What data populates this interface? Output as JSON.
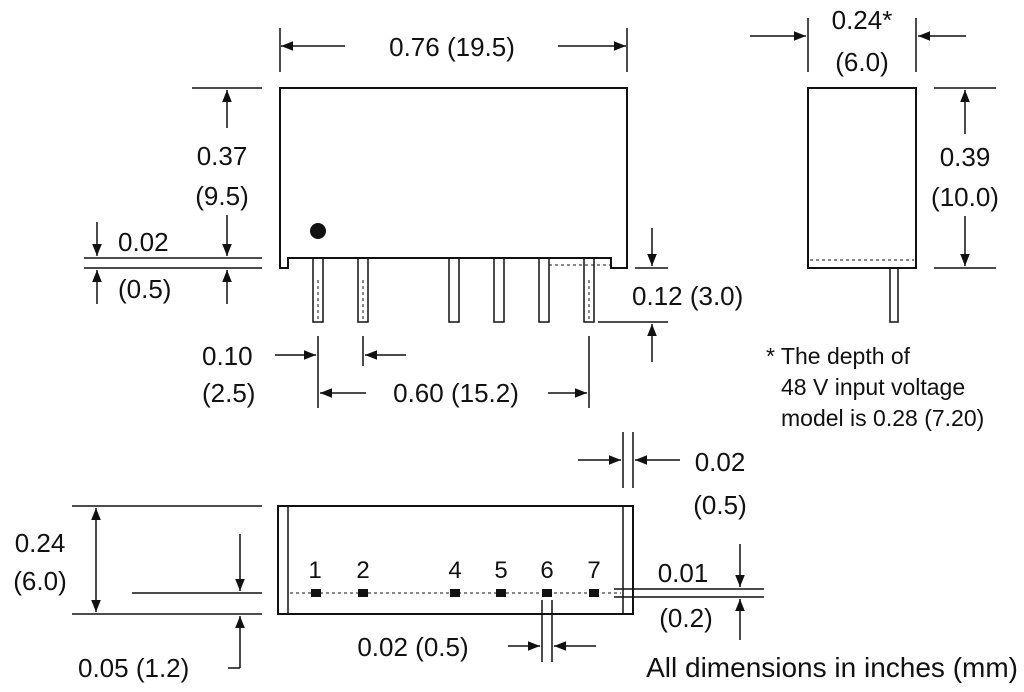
{
  "front_view": {
    "width": "0.76 (19.5)",
    "height_in": "0.37",
    "height_mm": "(9.5)",
    "standoff_in": "0.02",
    "standoff_mm": "(0.5)",
    "pin_length": "0.12 (3.0)",
    "pin_width_in": "0.10",
    "pin_width_mm": "(2.5)",
    "pin_span": "0.60 (15.2)"
  },
  "side_view": {
    "depth_in": "0.24*",
    "depth_mm": "(6.0)",
    "height_in": "0.39",
    "height_mm": "(10.0)"
  },
  "footnote": {
    "line1": "* The depth of",
    "line2": "48 V input voltage",
    "line3": "model is 0.28 (7.20)"
  },
  "bottom_view": {
    "wall_in": "0.02",
    "wall_mm": "(0.5)",
    "depth_in": "0.24",
    "depth_mm": "(6.0)",
    "pin_offset_in": "0.01",
    "pin_offset_mm": "(0.2)",
    "edge_offset": "0.05 (1.2)",
    "pin_size": "0.02 (0.5)",
    "pins": [
      "1",
      "2",
      "4",
      "5",
      "6",
      "7"
    ]
  },
  "units_note": "All dimensions in inches (mm)"
}
